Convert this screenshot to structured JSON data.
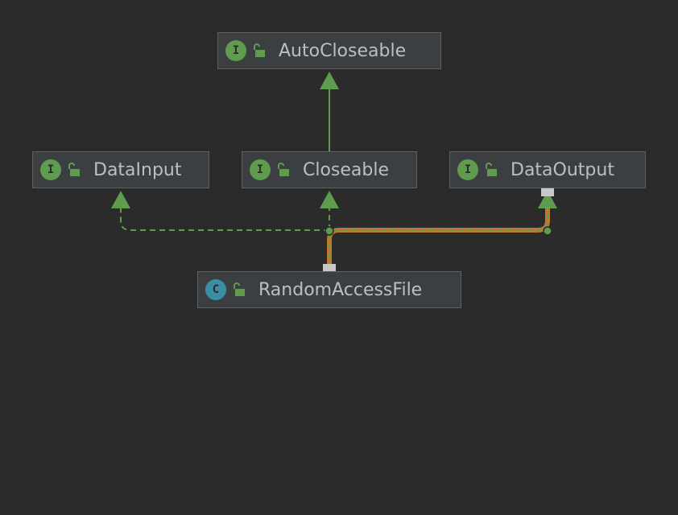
{
  "colors": {
    "background": "#2b2b2b",
    "node_fill": "#3c3f41",
    "node_border": "#5e6164",
    "text": "#bbbec4",
    "interface_badge": "#5f9c4e",
    "class_badge": "#3a8ea5",
    "edge": "#5f9c4e",
    "highlight_edge": "#c0782f"
  },
  "nodes": {
    "autocloseable": {
      "name": "AutoCloseable",
      "kind": "interface",
      "badge": "I",
      "icon": "unlocked-padlock-icon"
    },
    "datainput": {
      "name": "DataInput",
      "kind": "interface",
      "badge": "I",
      "icon": "unlocked-padlock-icon"
    },
    "closeable": {
      "name": "Closeable",
      "kind": "interface",
      "badge": "I",
      "icon": "unlocked-padlock-icon"
    },
    "dataoutput": {
      "name": "DataOutput",
      "kind": "interface",
      "badge": "I",
      "icon": "unlocked-padlock-icon"
    },
    "randomaccessfile": {
      "name": "RandomAccessFile",
      "kind": "class",
      "badge": "C",
      "icon": "unlocked-padlock-icon"
    }
  },
  "edges": [
    {
      "from": "closeable",
      "to": "autocloseable",
      "type": "extends",
      "style": "solid",
      "selected": false
    },
    {
      "from": "randomaccessfile",
      "to": "datainput",
      "type": "implements",
      "style": "dashed",
      "selected": false
    },
    {
      "from": "randomaccessfile",
      "to": "closeable",
      "type": "implements",
      "style": "dashed",
      "selected": false
    },
    {
      "from": "randomaccessfile",
      "to": "dataoutput",
      "type": "implements",
      "style": "dashed",
      "selected": true
    }
  ]
}
